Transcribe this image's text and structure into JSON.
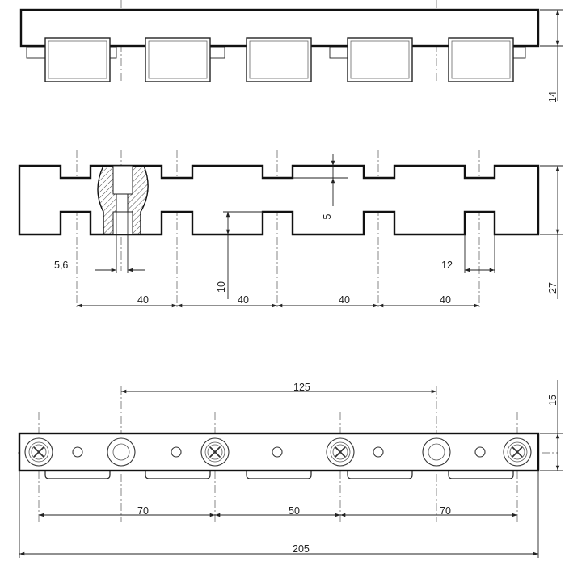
{
  "dimensions": {
    "height_top": "14",
    "height_middle": "27",
    "height_bottom": "15",
    "pitch_1": "40",
    "pitch_2": "40",
    "pitch_3": "40",
    "pitch_4": "40",
    "bore_diameter": "5,6",
    "slot_width": "12",
    "slot_depth": "5",
    "notch_depth": "10",
    "hole_spacing": "125",
    "span_left": "70",
    "span_middle": "50",
    "span_right": "70",
    "overall_length": "205"
  }
}
